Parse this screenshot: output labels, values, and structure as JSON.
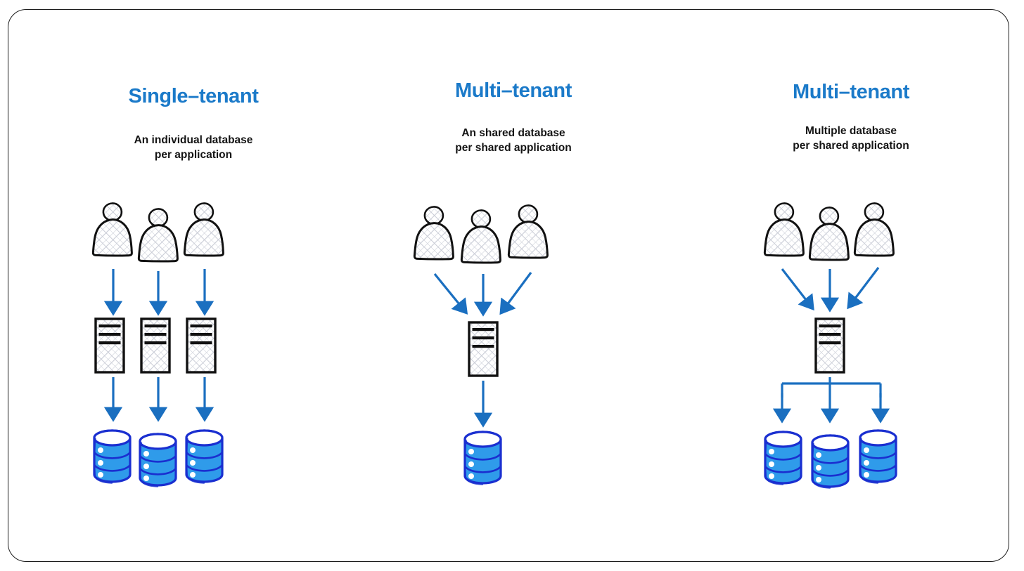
{
  "diagram": {
    "title_color": "#1b7ac9",
    "subtitle_color": "#141414",
    "arrow_color": "#1a6fc0",
    "db_fill_color": "#2f9bea",
    "db_stroke_color": "#1a2fd0",
    "icon_stroke_color": "#111111",
    "frame_color": "#1c1c1c",
    "background_color": "#ffffff",
    "columns": [
      {
        "id": "single-tenant",
        "title": "Single–tenant",
        "subtitle": "An individual database\nper application",
        "users_count": 3,
        "servers_count": 3,
        "databases_count": 3,
        "topology": "one-to-one"
      },
      {
        "id": "multi-tenant-shared-db",
        "title": "Multi–tenant",
        "subtitle": "An shared database\nper shared application",
        "users_count": 3,
        "servers_count": 1,
        "databases_count": 1,
        "topology": "many-to-one"
      },
      {
        "id": "multi-tenant-multi-db",
        "title": "Multi–tenant",
        "subtitle": "Multiple database\nper shared application",
        "users_count": 3,
        "servers_count": 1,
        "databases_count": 3,
        "topology": "many-to-one-to-many"
      }
    ],
    "icons": {
      "user": "user-person-icon",
      "server": "server-rack-icon",
      "database": "database-cylinder-icon",
      "arrow": "arrow-down-icon"
    }
  }
}
